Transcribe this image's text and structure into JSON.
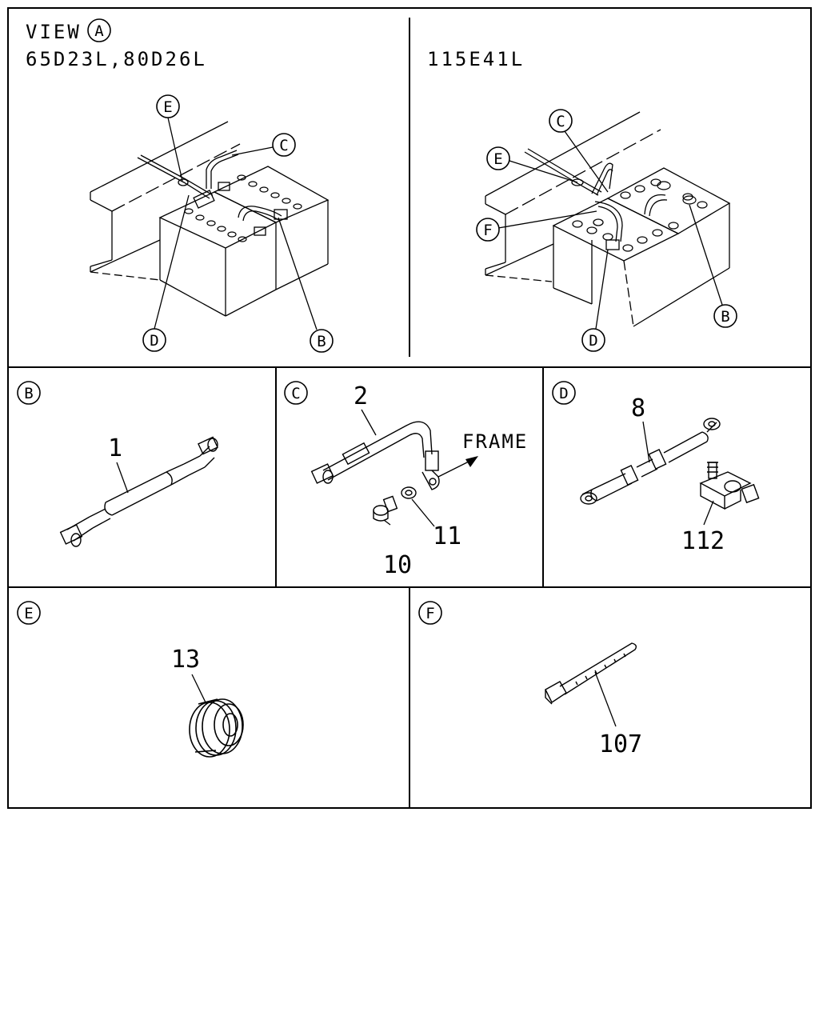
{
  "colors": {
    "line": "#000000",
    "background": "#ffffff"
  },
  "view": {
    "view_word": "VIEW",
    "view_letter": "A",
    "left_models": "65D23L,80D26L",
    "right_model": "115E41L"
  },
  "overview_callouts": {
    "left": {
      "e": "E",
      "c": "C",
      "d": "D",
      "b": "B"
    },
    "right": {
      "c": "C",
      "e": "E",
      "f": "F",
      "d": "D",
      "b": "B"
    }
  },
  "panels": {
    "b": {
      "letter": "B",
      "parts": [
        "1"
      ]
    },
    "c": {
      "letter": "C",
      "parts": [
        "2",
        "10",
        "11"
      ],
      "frame_label": "FRAME"
    },
    "d": {
      "letter": "D",
      "parts": [
        "8",
        "112"
      ]
    },
    "e": {
      "letter": "E",
      "parts": [
        "13"
      ]
    },
    "f": {
      "letter": "F",
      "parts": [
        "107"
      ]
    }
  }
}
